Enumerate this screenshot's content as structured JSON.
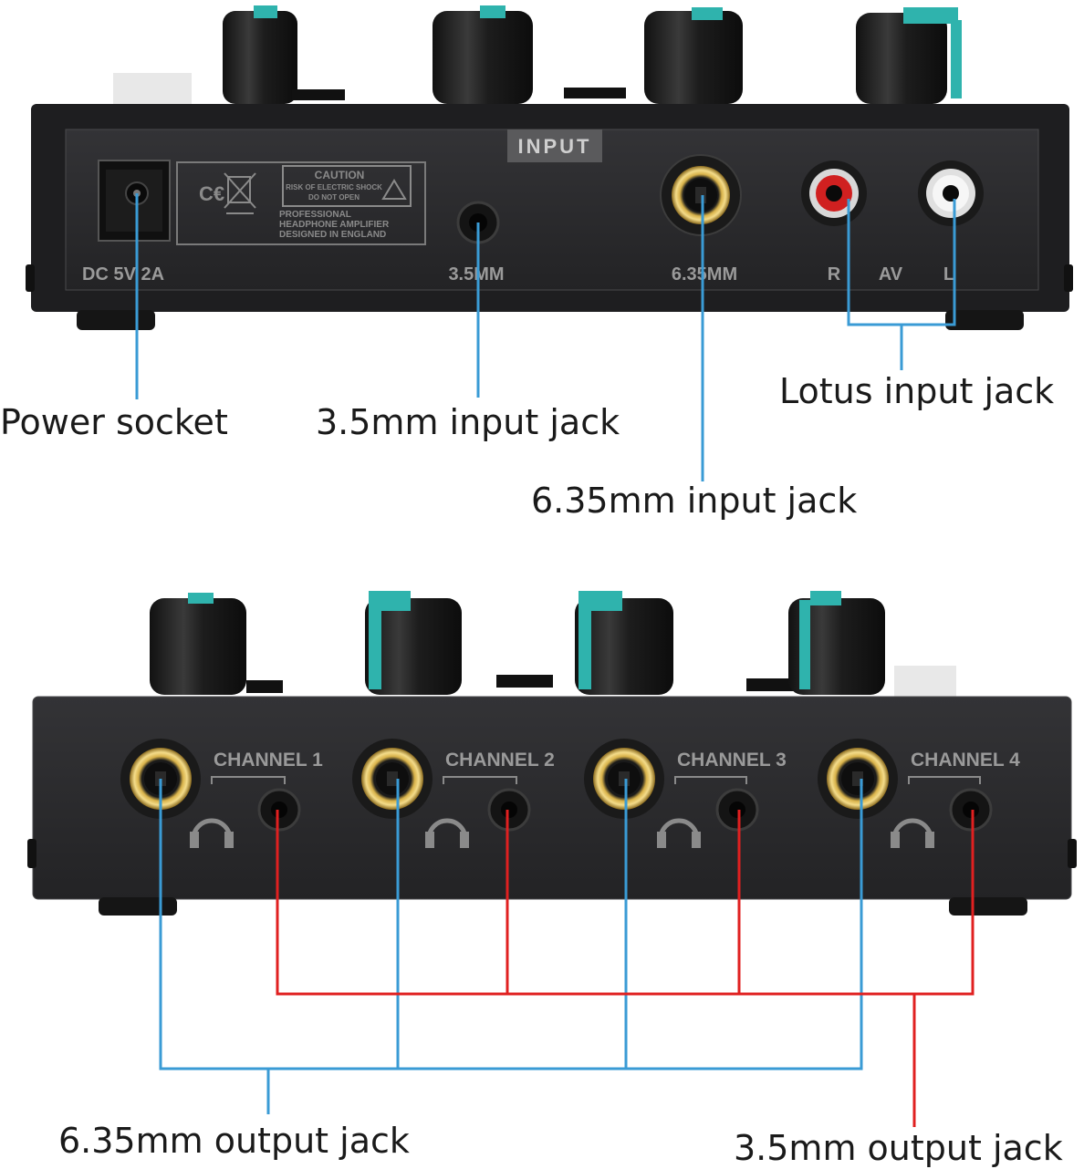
{
  "top_panel": {
    "input_label": "INPUT",
    "power_label": "DC 5V 2A",
    "jack_35_label": "3.5MM",
    "jack_635_label": "6.35MM",
    "rca_right_label": "R",
    "rca_av_label": "AV",
    "rca_left_label": "L",
    "ce_mark": "C€",
    "caution_title": "CAUTION",
    "caution_line1": "RISK OF ELECTRIC SHOCK",
    "caution_line2": "DO NOT OPEN",
    "product_line1": "PROFESSIONAL",
    "product_line2": "HEADPHONE AMPLIFIER",
    "product_line3": "DESIGNED IN ENGLAND"
  },
  "bottom_panel": {
    "channels": [
      "CHANNEL 1",
      "CHANNEL 2",
      "CHANNEL 3",
      "CHANNEL 4"
    ]
  },
  "callouts": {
    "power_socket": "Power socket",
    "input_35": "3.5mm input jack",
    "input_635": "6.35mm input jack",
    "lotus_input": "Lotus input jack",
    "output_635": "6.35mm output jack",
    "output_35": "3.5mm output jack"
  },
  "colors": {
    "blue_leader": "#3a9bd5",
    "red_leader": "#e02020",
    "panel": "#2b2b2d",
    "knob_accent": "#2fb3ad"
  },
  "icons": [
    "headphone-icon",
    "rca-jack-icon",
    "quarter-inch-jack-icon",
    "mini-jack-icon",
    "power-jack-icon",
    "warning-icon",
    "weee-bin-icon"
  ]
}
